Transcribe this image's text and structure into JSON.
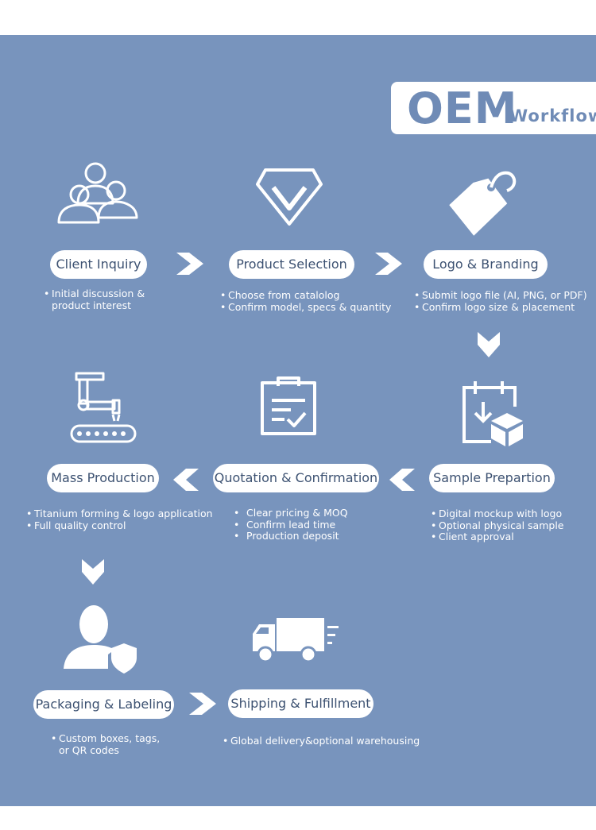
{
  "title": {
    "main": "OEM",
    "sub": "Workflow"
  },
  "steps": [
    {
      "label": "Client Inquiry",
      "icon": "users-icon",
      "bullets": [
        "Initial discussion &",
        "product interest"
      ]
    },
    {
      "label": "Product Selection",
      "icon": "diamond-check-icon",
      "bullets": [
        "Choose from catalolog",
        "Confirm model, specs & quantity"
      ]
    },
    {
      "label": "Logo & Branding",
      "icon": "tag-icon",
      "bullets": [
        "Submit logo file (AI, PNG, or PDF)",
        "Confirm logo size & placement"
      ]
    },
    {
      "label": "Sample Prepartion",
      "icon": "calendar-box-icon",
      "bullets": [
        "Digital mockup with logo",
        "Optional physical sample",
        "Client approval"
      ]
    },
    {
      "label": "Quotation & Confirmation",
      "icon": "clipboard-check-icon",
      "bullets": [
        "Clear pricing & MOQ",
        "Confirm lead time",
        "Production deposit"
      ]
    },
    {
      "label": "Mass Production",
      "icon": "robot-arm-conveyor-icon",
      "bullets": [
        "Titanium forming & logo application",
        "Full quality control"
      ]
    },
    {
      "label": "Packaging & Labeling",
      "icon": "user-shield-icon",
      "bullets": [
        "Custom boxes, tags,",
        "or QR codes"
      ]
    },
    {
      "label": "Shipping & Fulfillment",
      "icon": "delivery-truck-icon",
      "bullets": [
        "Global delivery&optional warehousing"
      ]
    }
  ],
  "colors": {
    "panel": "#7894bd",
    "pill_text": "#3d5272",
    "title_text": "#6f8bb6",
    "white": "#ffffff"
  }
}
